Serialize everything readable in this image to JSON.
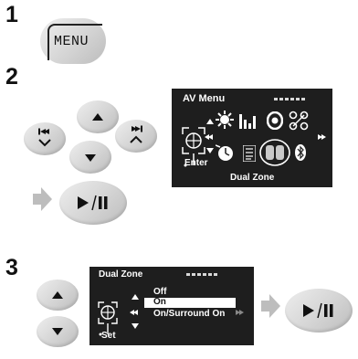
{
  "steps": [
    {
      "number": "1"
    },
    {
      "number": "2"
    },
    {
      "number": "3"
    }
  ],
  "menu_button": {
    "label": "MENU"
  },
  "play_pause_button": {
    "label": "►/❚❚"
  },
  "av_menu": {
    "title": "AV Menu",
    "enter_label": "Enter",
    "selected_item": "Dual Zone",
    "icons": [
      "brightness-icon",
      "equalizer-icon",
      "sound-icon",
      "settings-icon",
      "clock-icon",
      "list-icon",
      "dual-zone-icon",
      "bluetooth-icon"
    ]
  },
  "dual_zone_menu": {
    "title": "Dual Zone",
    "set_label": "Set",
    "options": [
      {
        "label": "Off",
        "selected": false
      },
      {
        "label": "On",
        "selected": true
      },
      {
        "label": "On/Surround On",
        "selected": false
      }
    ]
  },
  "colors": {
    "panel": "#1e1e1e",
    "key": "#d4d4d4",
    "highlight": "#ffffff"
  }
}
